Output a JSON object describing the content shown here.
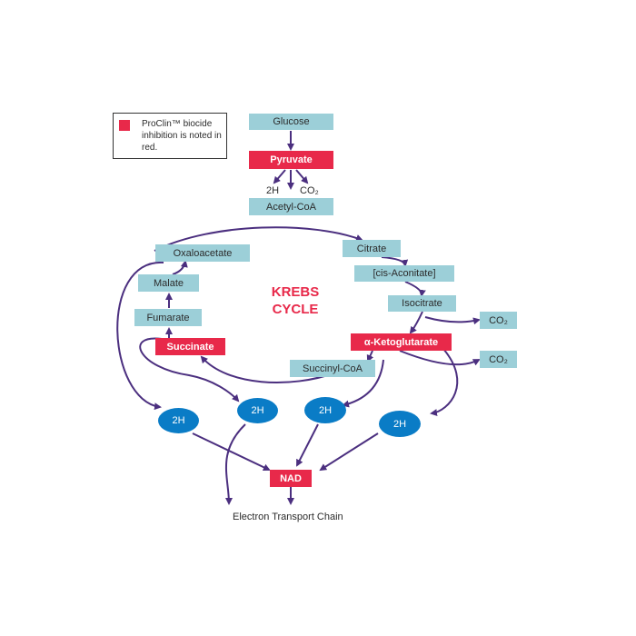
{
  "legend": {
    "text": "ProClin™ biocide inhibition is noted in red.",
    "color": "#e8294a"
  },
  "colors": {
    "node": "#9ccfd8",
    "inhibited": "#e8294a",
    "oval": "#0a7cc6",
    "arrow": "#4b2f7f"
  },
  "nodes": {
    "glucose": "Glucose",
    "pyruvate": "Pyruvate",
    "pyruvate_2h": "2H",
    "pyruvate_co2": "CO₂",
    "acetyl_coa": "Acetyl-CoA",
    "citrate": "Citrate",
    "cis_aconitate": "[cis-Aconitate]",
    "isocitrate": "Isocitrate",
    "co2_1": "CO₂",
    "alpha_ketoglutarate": "α-Ketoglutarate",
    "co2_2": "CO₂",
    "succinyl_coa": "Succinyl-CoA",
    "succinate": "Succinate",
    "fumarate": "Fumarate",
    "malate": "Malate",
    "oxaloacetate": "Oxaloacetate",
    "h_1": "2H",
    "h_2": "2H",
    "h_3": "2H",
    "h_4": "2H",
    "nad": "NAD",
    "etc": "Electron Transport Chain"
  },
  "center_label": {
    "line1": "KREBS",
    "line2": "CYCLE"
  }
}
